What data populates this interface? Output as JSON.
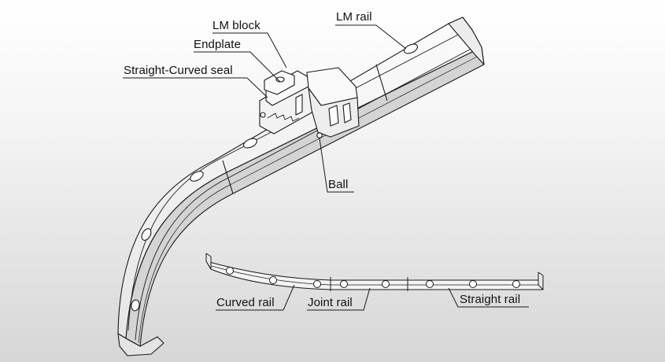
{
  "labels": {
    "lm_block": "LM block",
    "lm_rail": "LM rail",
    "endplate": "Endplate",
    "straight_curved_seal": "Straight-Curved seal",
    "ball": "Ball",
    "curved_rail": "Curved rail",
    "joint_rail": "Joint rail",
    "straight_rail": "Straight rail"
  },
  "colors": {
    "outline": "#1a1a1a",
    "rail_fill": "#f6f6f6",
    "rail_shade": "#d9d9d9"
  }
}
